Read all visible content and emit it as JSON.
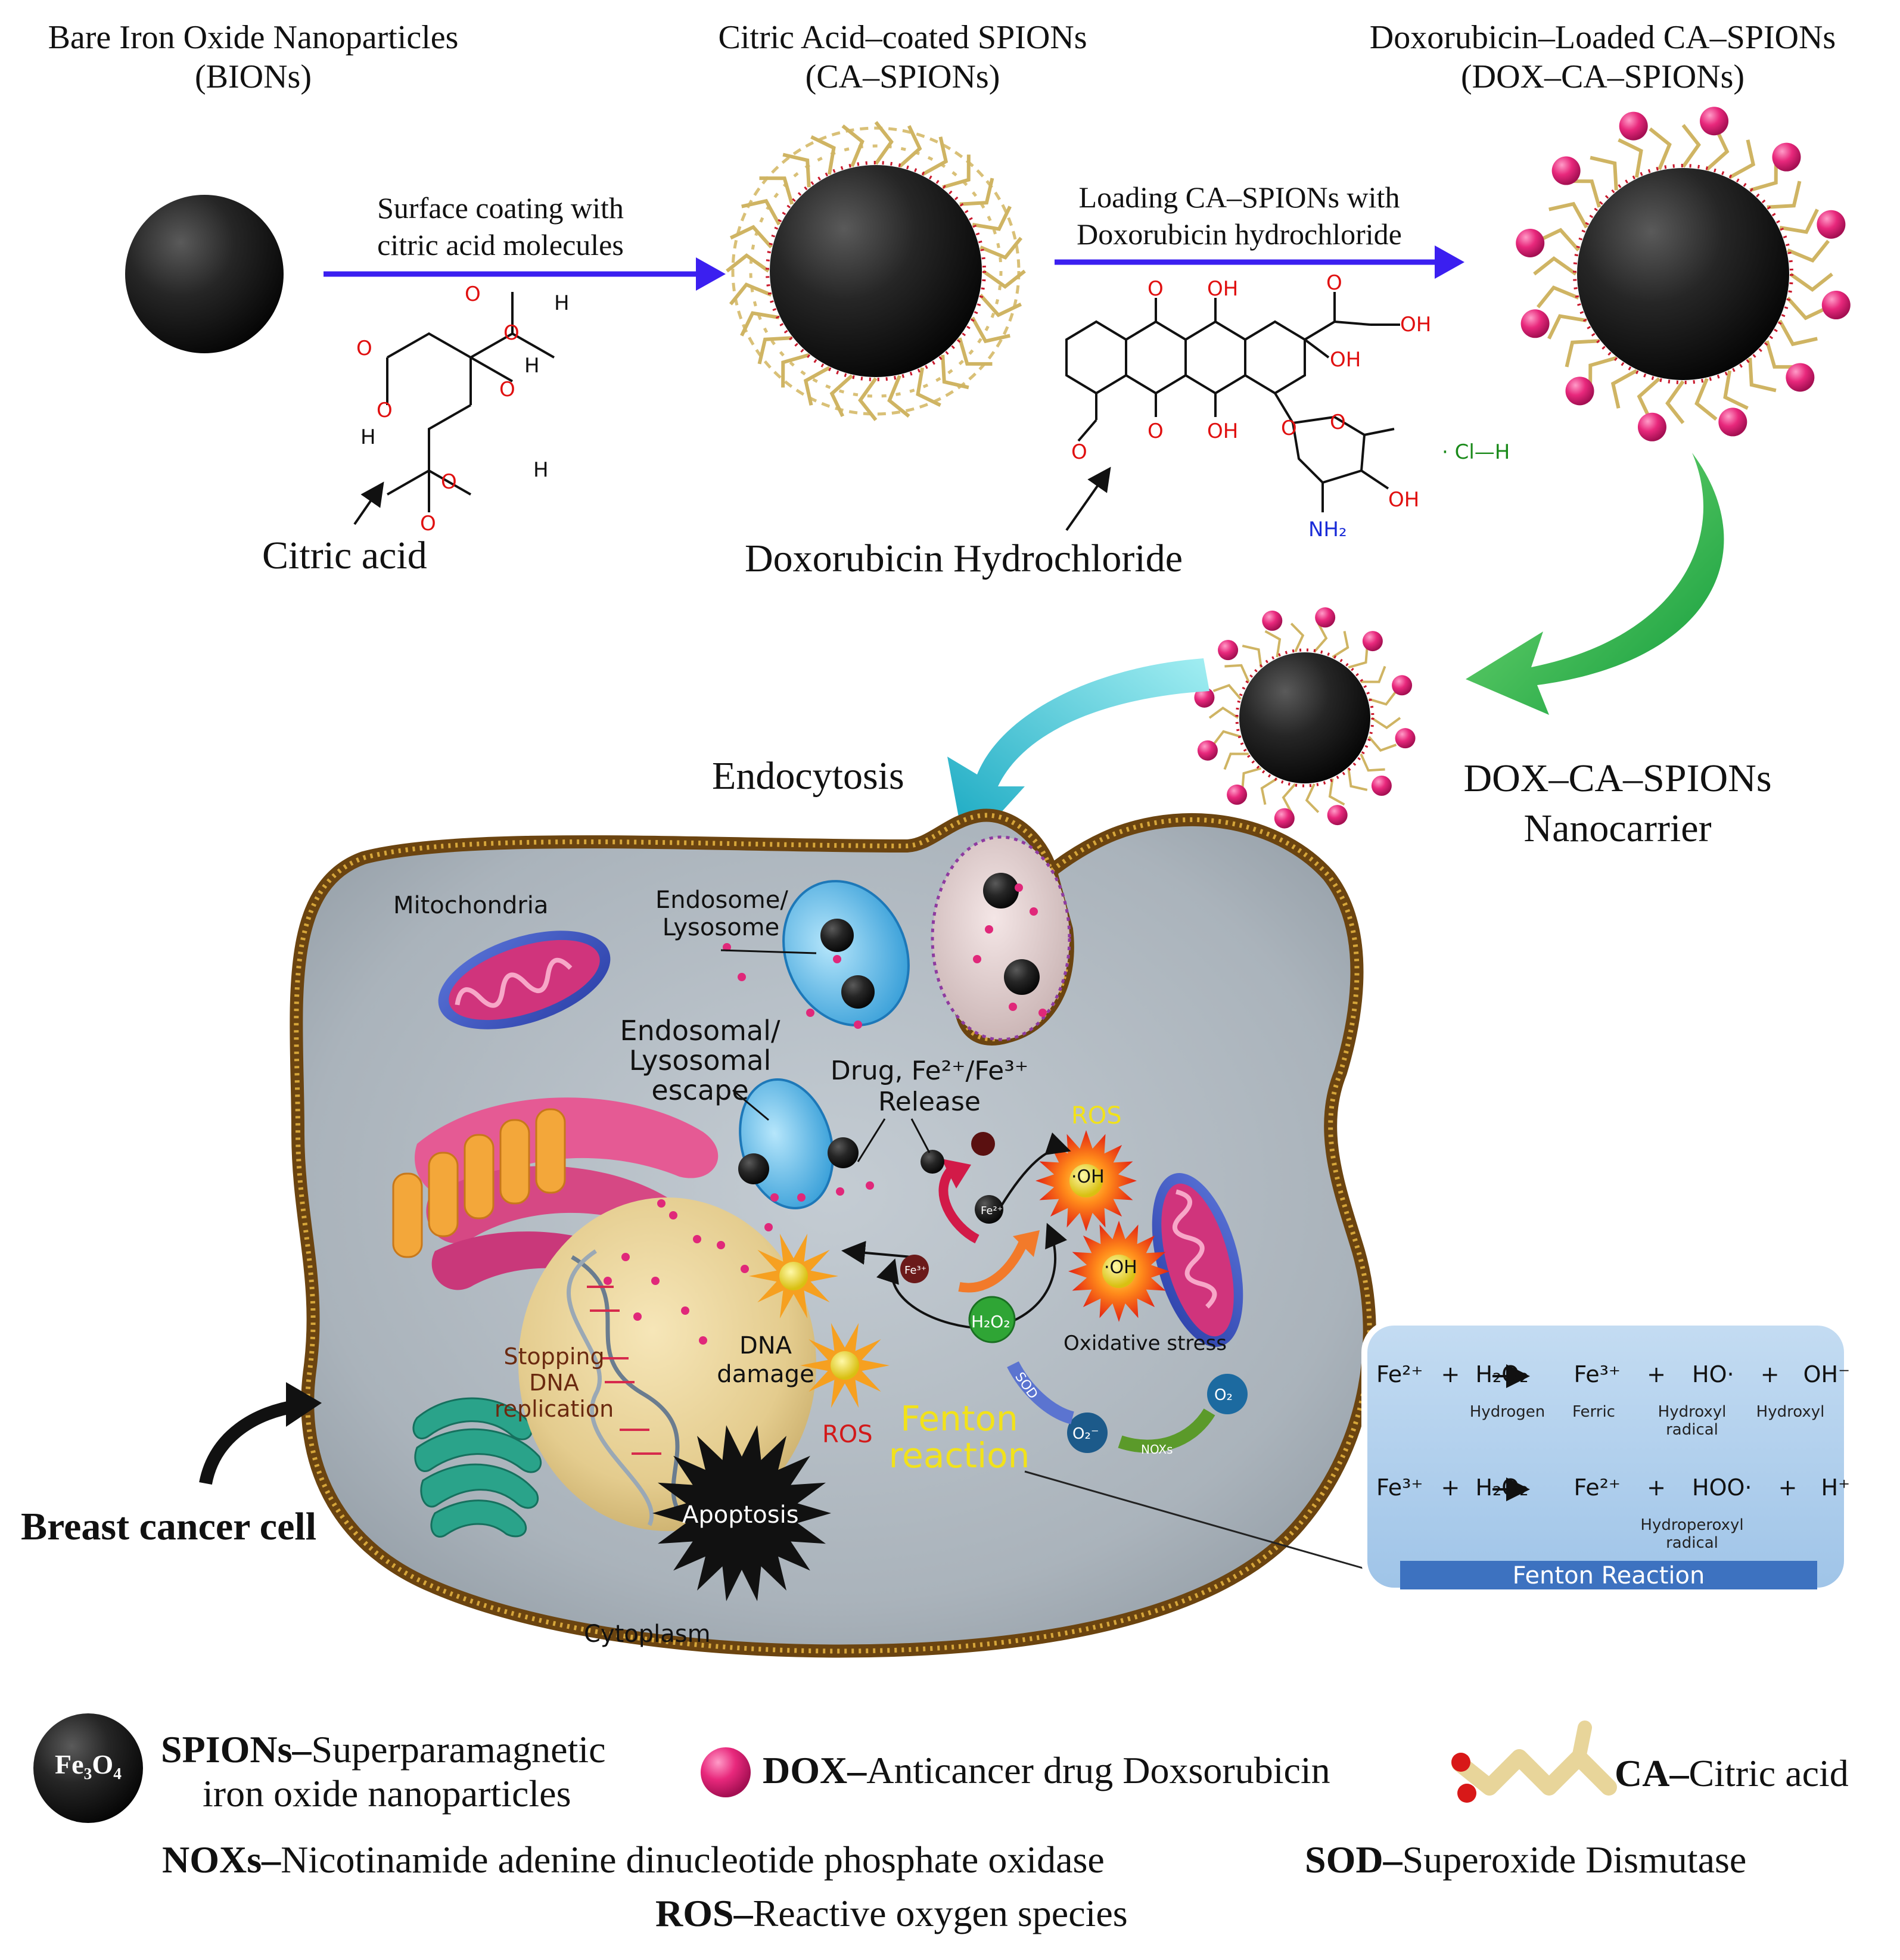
{
  "stages": [
    {
      "line1": "Bare Iron Oxide Nanoparticles",
      "line2": "(BIONs)"
    },
    {
      "line1": "Citric Acid–coated SPIONs",
      "line2": "(CA–SPIONs)"
    },
    {
      "line1": "Doxorubicin–Loaded CA–SPIONs",
      "line2": "(DOX–CA–SPIONs)"
    }
  ],
  "arrows": [
    {
      "line1": "Surface coating with",
      "line2": "citric acid molecules"
    },
    {
      "line1": "Loading CA–SPIONs with",
      "line2": "Doxorubicin hydrochloride"
    }
  ],
  "molecules": {
    "citric_acid": "Citric acid",
    "doxorubicin": "Doxorubicin Hydrochloride",
    "atoms": {
      "O": "O",
      "H": "H",
      "OH": "OH",
      "HCl": "· Cl—H",
      "NH2": "NH₂"
    }
  },
  "nanocarrier": {
    "line1": "DOX–CA–SPIONs",
    "line2": "Nanocarrier"
  },
  "endocytosis": "Endocytosis",
  "cell": {
    "name": "Breast cancer cell",
    "mitochondria": "Mitochondria",
    "endosome": {
      "line1": "Endosome/",
      "line2": "Lysosome"
    },
    "escape": {
      "line1": "Endosomal/",
      "line2": "Lysosomal",
      "line3": "escape"
    },
    "release": {
      "line1": "Drug, Fe²⁺/Fe³⁺",
      "line2": "Release"
    },
    "ros": "ROS",
    "oh": "·OH",
    "oxidative_stress": "Oxidative stress",
    "stopping": {
      "line1": "Stopping",
      "line2": "DNA",
      "line3": "replication"
    },
    "dna_damage": {
      "line1": "DNA",
      "line2": "damage"
    },
    "fenton": {
      "line1": "Fenton",
      "line2": "reaction"
    },
    "apoptosis": "Apoptosis",
    "cytoplasm": "Cytoplasm",
    "species": {
      "fe2": "Fe²⁺",
      "fe3": "Fe³⁺",
      "h2o2": "H₂O₂",
      "o2": "O₂",
      "o2minus": "O₂⁻",
      "sod": "SOD",
      "noxs": "NOXs"
    }
  },
  "fenton_box": {
    "title": "Fenton Reaction",
    "eq1": {
      "parts": [
        "Fe²⁺",
        "+",
        "H₂O₂",
        "Fe³⁺",
        "+",
        "HO·",
        "+",
        "OH⁻"
      ],
      "subs": [
        "Hydrogen",
        "Ferric",
        "Hydroxyl radical",
        "Hydroxyl"
      ]
    },
    "eq2": {
      "parts": [
        "Fe³⁺",
        "+",
        "H₂O₂",
        "Fe²⁺",
        "+",
        "HOO·",
        "+",
        "H⁺"
      ],
      "subs": [
        "Hydroperoxyl radical"
      ]
    }
  },
  "legend": {
    "spion_symbol": "Fe₃O₄",
    "spion_abbr": "SPIONs–",
    "spion_desc1": "Superparamagnetic",
    "spion_desc2": "iron oxide nanoparticles",
    "dox_abbr": "DOX–",
    "dox_desc": "Anticancer drug Doxsorubicin",
    "ca_abbr": "CA–",
    "ca_desc": "Citric acid",
    "nox_abbr": "NOXs–",
    "nox_desc": "Nicotinamide adenine dinucleotide phosphate oxidase",
    "sod_abbr": "SOD–",
    "sod_desc": "Superoxide Dismutase",
    "ros_abbr": "ROS–",
    "ros_desc": "Reactive oxygen species"
  },
  "colors": {
    "process_arrow": "#3b1ff0",
    "green_arrow": "#22b04a",
    "cyan_arrow": "#20b8cc",
    "nanoparticle": "#1f1f1f",
    "dox": "#e0287a",
    "citric_coat": "#d8c078",
    "membrane": "#8a5a12",
    "cytoplasm": "#a9b4bd",
    "fenton_box": "#a9cbe9",
    "fenton_title_bar": "#3d72c0"
  }
}
